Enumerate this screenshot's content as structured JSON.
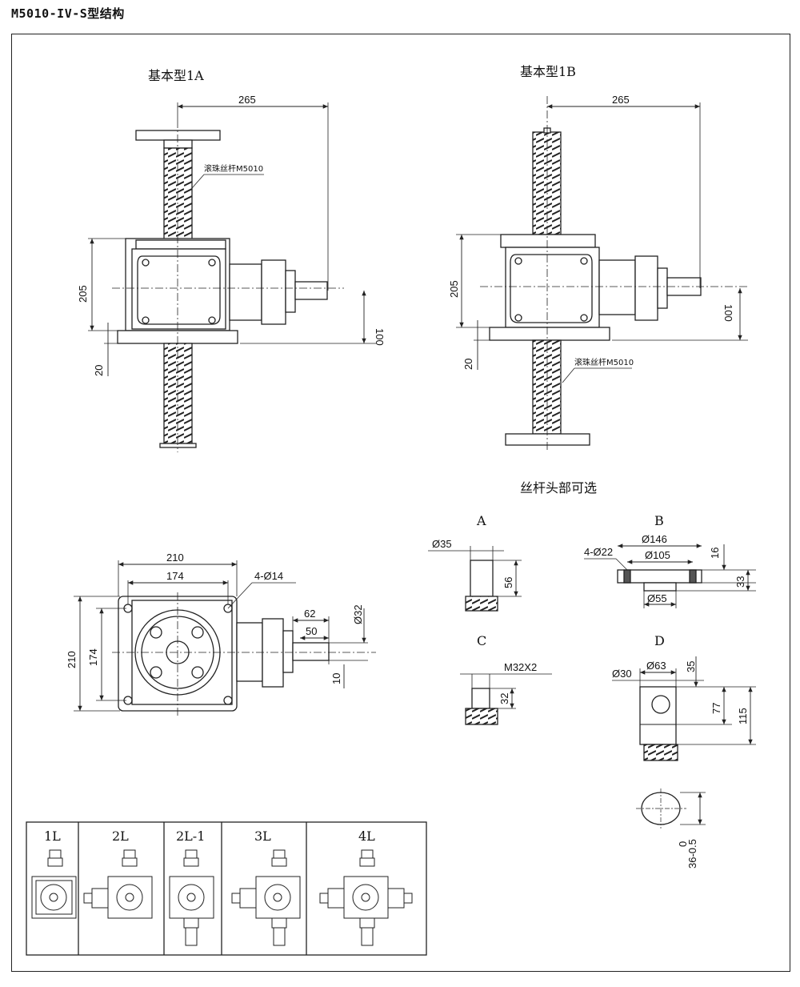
{
  "page_title": "M5010-IV-S型结构",
  "view_1a": {
    "title": "基本型1A",
    "dim_265": "265",
    "dim_205": "205",
    "dim_100": "100",
    "dim_20": "20",
    "screw_label": "滚珠丝杆M5010"
  },
  "view_1b": {
    "title": "基本型1B",
    "dim_265": "265",
    "dim_205": "205",
    "dim_100": "100",
    "dim_20": "20",
    "screw_label": "滚珠丝杆M5010"
  },
  "top_view": {
    "dim_210_w": "210",
    "dim_174_w": "174",
    "dim_210_h": "210",
    "dim_174_h": "174",
    "hole_label": "4-Ø14",
    "dim_62": "62",
    "dim_50": "50",
    "dim_32": "Ø32",
    "dim_10": "10"
  },
  "heads": {
    "title": "丝杆头部可选",
    "a": {
      "label": "A",
      "dia": "Ø35",
      "len": "56"
    },
    "b": {
      "label": "B",
      "d146": "Ø146",
      "d105": "Ø105",
      "holes": "4-Ø22",
      "d55": "Ø55",
      "h16": "16",
      "h33": "33"
    },
    "c": {
      "label": "C",
      "thread": "M32X2",
      "len": "32"
    },
    "d": {
      "label": "D",
      "d30": "Ø30",
      "d63": "Ø63",
      "h35": "35",
      "h77": "77",
      "h115": "115",
      "tol": "36-0.5",
      "tol_top": "0"
    }
  },
  "configs": [
    {
      "label": "1L"
    },
    {
      "label": "2L"
    },
    {
      "label": "2L-1"
    },
    {
      "label": "3L"
    },
    {
      "label": "4L"
    }
  ]
}
